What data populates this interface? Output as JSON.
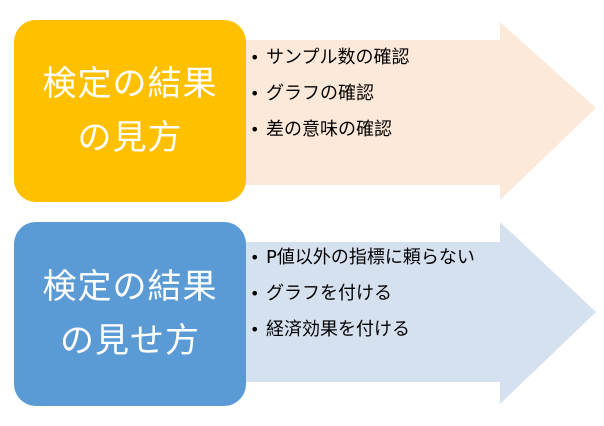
{
  "colors": {
    "top_box": "#FFC000",
    "top_arrow": "#FDE9D9",
    "bottom_box": "#5B9BD5",
    "bottom_arrow": "#D6E1F0",
    "box_text": "#FFFFFF"
  },
  "sections": [
    {
      "title_lines": [
        "検定の結果",
        "の見方"
      ],
      "bullets": [
        "サンプル数の確認",
        "グラフの確認",
        "差の意味の確認"
      ]
    },
    {
      "title_lines": [
        "検定の結果",
        "の見せ方"
      ],
      "bullets": [
        "P値以外の指標に頼らない",
        "グラフを付ける",
        "経済効果を付ける"
      ]
    }
  ]
}
